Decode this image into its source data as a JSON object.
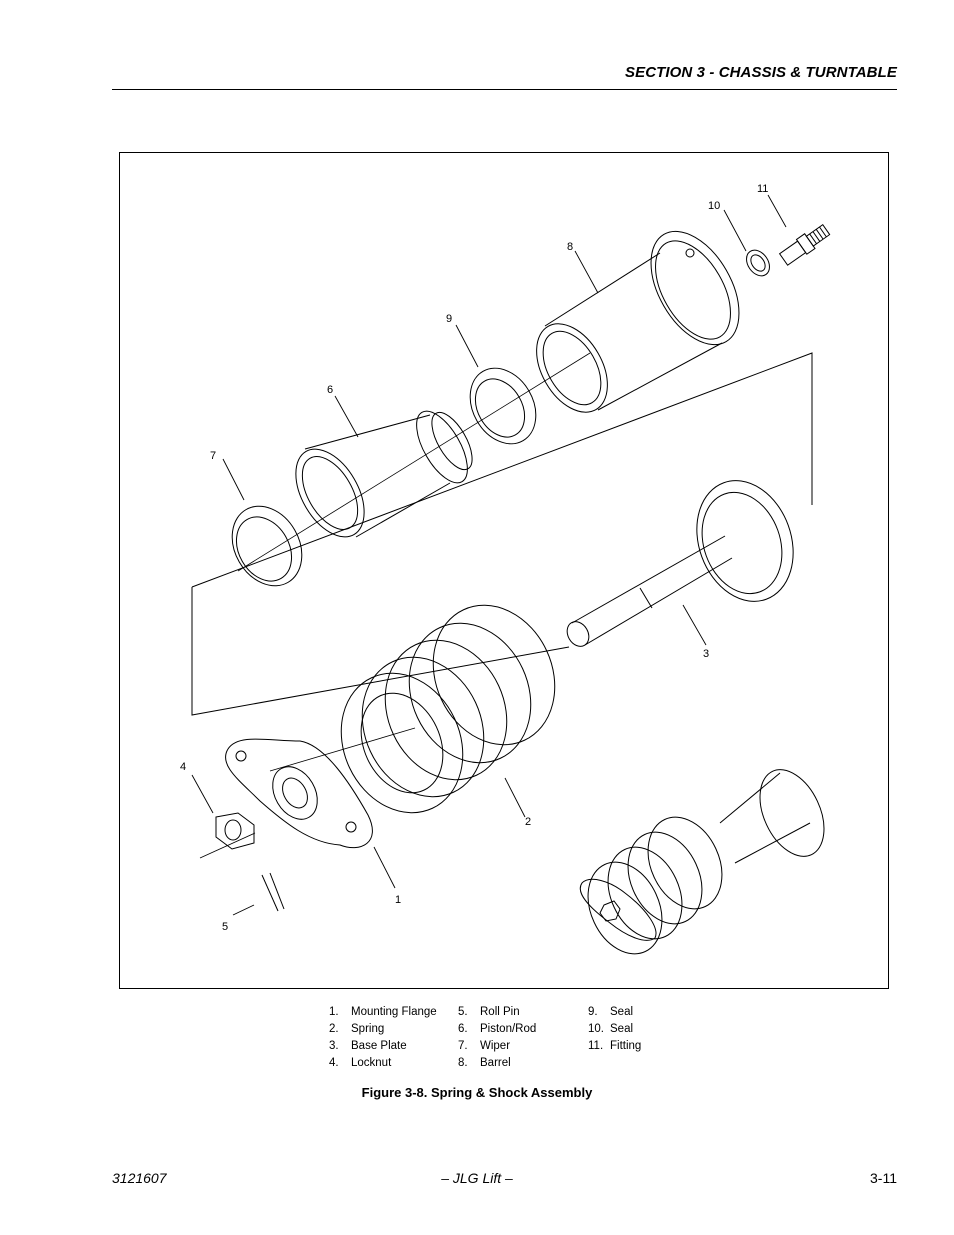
{
  "header": {
    "section_title": "SECTION 3 - CHASSIS & TURNTABLE"
  },
  "figure": {
    "callouts": [
      "1",
      "2",
      "3",
      "4",
      "5",
      "6",
      "7",
      "8",
      "9",
      "10",
      "11"
    ],
    "legend": [
      [
        {
          "num": "1.",
          "label": "Mounting Flange"
        },
        {
          "num": "2.",
          "label": "Spring"
        },
        {
          "num": "3.",
          "label": "Base Plate"
        },
        {
          "num": "4.",
          "label": "Locknut"
        }
      ],
      [
        {
          "num": "5.",
          "label": "Roll Pin"
        },
        {
          "num": "6.",
          "label": "Piston/Rod"
        },
        {
          "num": "7.",
          "label": "Wiper"
        },
        {
          "num": "8.",
          "label": "Barrel"
        }
      ],
      [
        {
          "num": "9.",
          "label": "Seal"
        },
        {
          "num": "10.",
          "label": "Seal"
        },
        {
          "num": "11.",
          "label": "Fitting"
        }
      ]
    ],
    "caption": "Figure 3-8.  Spring & Shock Assembly"
  },
  "footer": {
    "doc_number": "3121607",
    "center_text": "– JLG Lift –",
    "page_number": "3-11"
  }
}
